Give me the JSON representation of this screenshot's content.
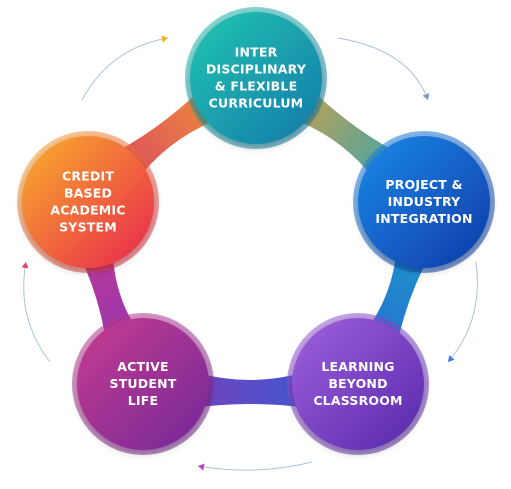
{
  "diagram": {
    "type": "cycle",
    "nodes": [
      {
        "id": "curriculum",
        "lines": [
          "INTER",
          "DISCIPLINARY",
          "& FLEXIBLE",
          "CURRICULUM"
        ],
        "color_start": "#1fc2b0",
        "color_end": "#137fa8"
      },
      {
        "id": "project",
        "lines": [
          "PROJECT &",
          "INDUSTRY",
          "INTEGRATION"
        ],
        "color_start": "#1a84e6",
        "color_end": "#0f3fb0"
      },
      {
        "id": "learning",
        "lines": [
          "LEARNING",
          "BEYOND",
          "CLASSROOM"
        ],
        "color_start": "#9a5ad8",
        "color_end": "#5a2eb0"
      },
      {
        "id": "student-life",
        "lines": [
          "ACTIVE",
          "STUDENT",
          "LIFE"
        ],
        "color_start": "#c23a8e",
        "color_end": "#7a2a9a"
      },
      {
        "id": "credit",
        "lines": [
          "CREDIT",
          "BASED",
          "ACADEMIC",
          "SYSTEM"
        ],
        "color_start": "#f7a62c",
        "color_end": "#ea2a4e"
      }
    ],
    "arrow_color": "#8aa6c7",
    "arrowhead_colors": [
      "#f0b428",
      "#7a9ac0",
      "#4a7ae0",
      "#b04ac0",
      "#e04a6a"
    ],
    "link_colors": [
      "#e8782a",
      "#18a0c0",
      "#4a6ae0",
      "#a43aa8",
      "#d43a78"
    ]
  }
}
